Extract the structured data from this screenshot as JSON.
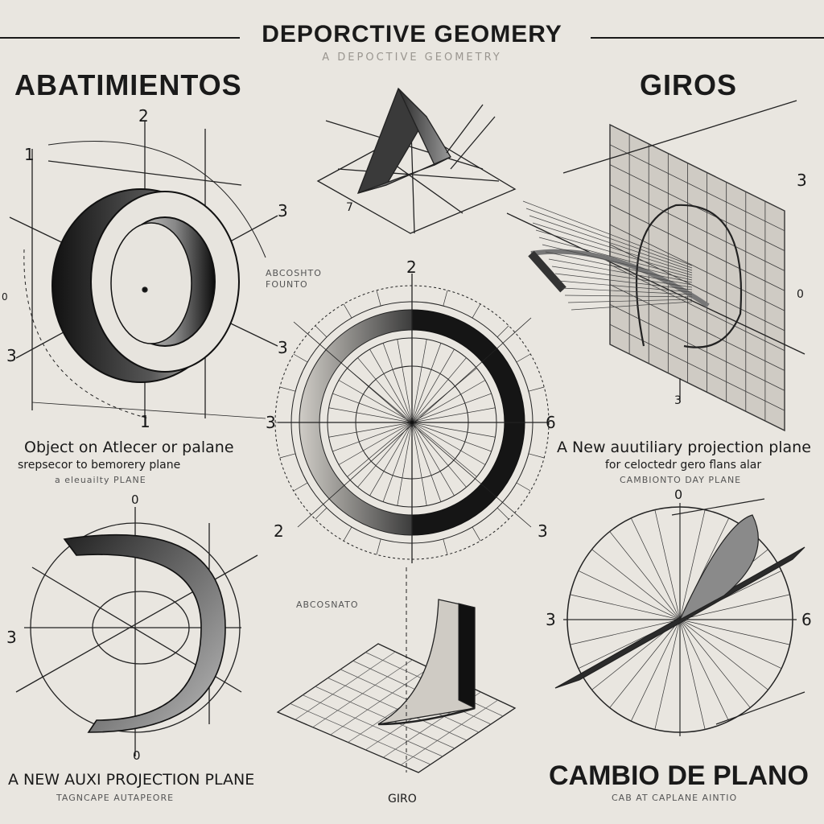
{
  "header": {
    "title": "DEPORCTIVE GEOMERY",
    "subtitle": "A DEPOCTIVE GEOMETRY"
  },
  "sections": {
    "abatimientos": {
      "title": "ABATIMIENTOS",
      "caption_line1": "Object on Atlecer or palane",
      "caption_line2": "srepsecor to bemorery plane",
      "caption_line3": "a eleuailty PLANE",
      "side_note_line1": "ABCOSHTO",
      "side_note_line2": "FOUNTO"
    },
    "giros": {
      "title": "GIROS",
      "caption_line1": "A New auutiliary projection plane",
      "caption_line2": "for celoctedr gero flans alar",
      "caption_line3": "CAMBIONTO DAY PLANE"
    },
    "bottom_left": {
      "caption": "A NEW AUXI PROJECTION PLANE",
      "sub": "TAGNCAPE AUTAPEORE"
    },
    "bottom_middle": {
      "caption": "GIRO",
      "note": "ABCOSNATO"
    },
    "cambio": {
      "title": "CAMBIO DE PLANO",
      "sub": "CAB AT CAPLANE AINTIO"
    }
  },
  "labels": {
    "top_left_circle": [
      "2",
      "1",
      "3",
      "3",
      "3",
      "0",
      "1"
    ],
    "top_middle_prism": [
      "7"
    ],
    "center_circle": [
      "2",
      "3",
      "6",
      "3",
      "2"
    ],
    "top_right_grid": [
      "3",
      "3",
      "0"
    ],
    "bottom_left_circle": [
      "0",
      "3",
      "0"
    ],
    "bottom_right_circle": [
      "0",
      "3",
      "6"
    ]
  }
}
